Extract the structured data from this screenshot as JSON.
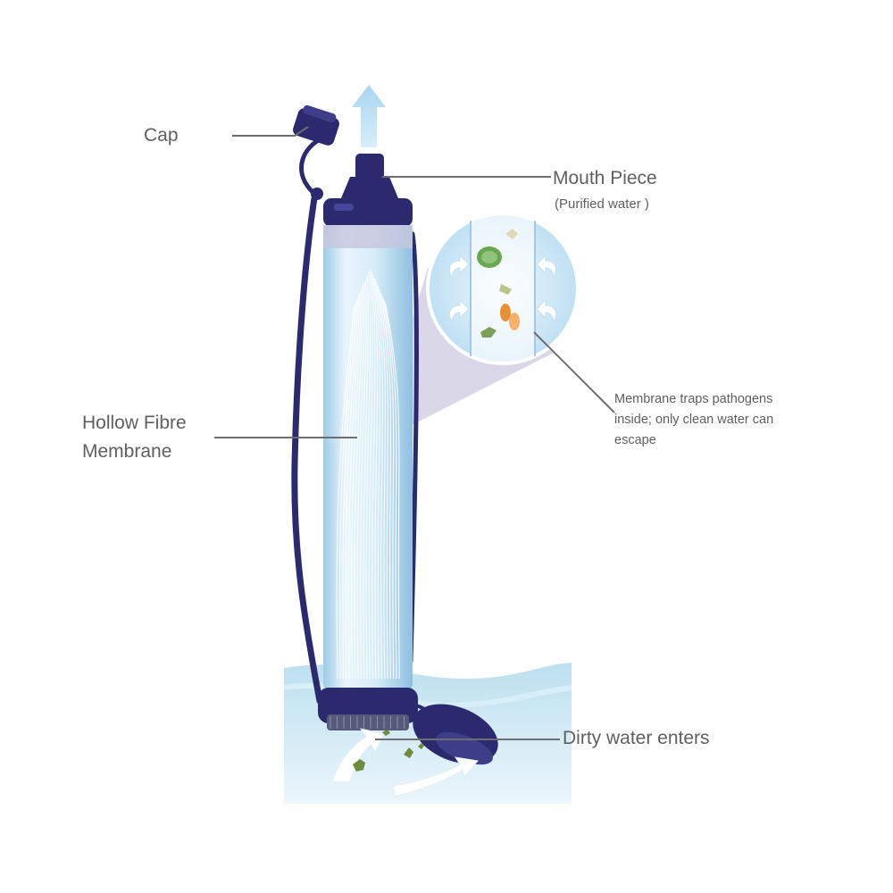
{
  "labels": {
    "cap": "Cap",
    "mouth_piece": "Mouth Piece",
    "purified_water": "(Purified water )",
    "hollow_fibre_line1": "Hollow Fibre",
    "hollow_fibre_line2": "Membrane",
    "membrane_traps_line1": "Membrane  traps pathogens",
    "membrane_traps_line2": "inside; only  clean water can",
    "membrane_traps_line3": "escape",
    "dirty_water": "Dirty water enters"
  },
  "colors": {
    "filter_body": "#2b2a6e",
    "tube_glass": "#cfe6f6",
    "water": "#bfe3f3",
    "text": "#5f5f5f",
    "leader_line": "#6e6e6e",
    "magnifier_bg": "#d9eef9"
  },
  "icons": {
    "cap": "filter-cap-icon",
    "flow_up_arrow": "arrow-up-icon",
    "flow_in_arrow": "arrow-curve-icon"
  }
}
